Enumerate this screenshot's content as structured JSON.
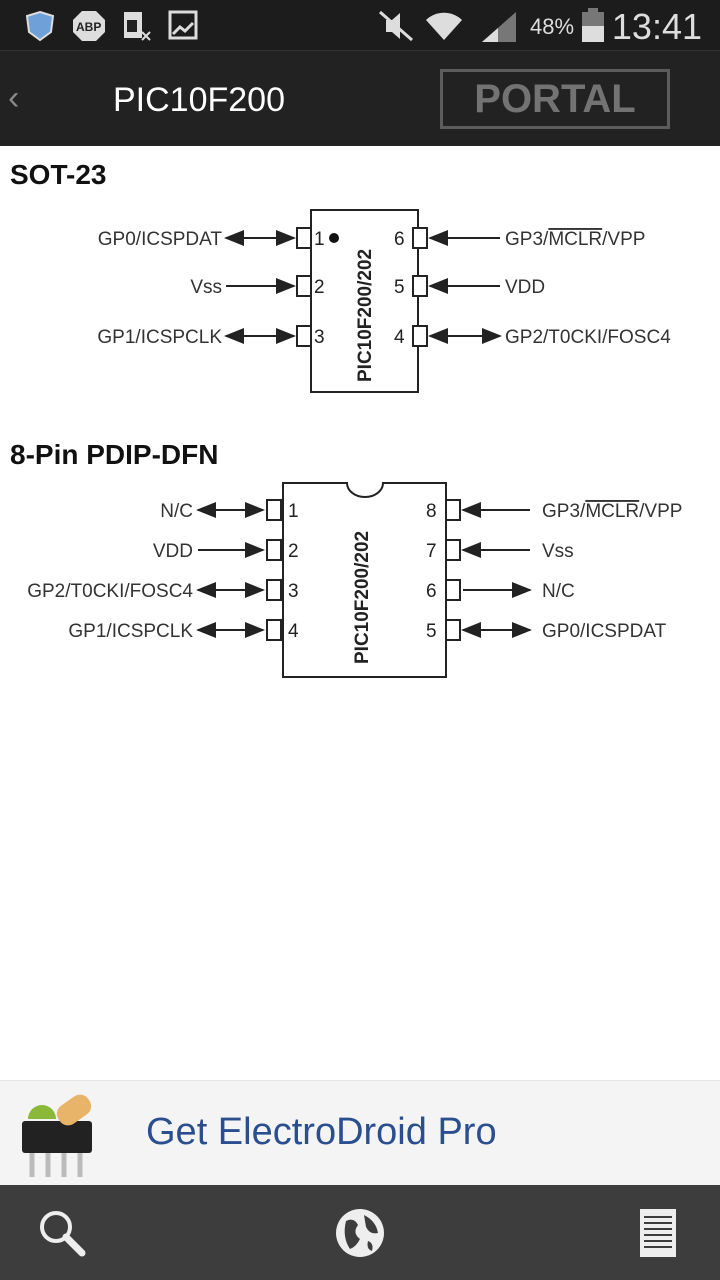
{
  "status_bar": {
    "battery": "48%",
    "time": "13:41",
    "icons": [
      "shield-icon",
      "adblock-icon",
      "sim-icon",
      "image-icon",
      "mute-icon",
      "wifi-icon",
      "signal-icon",
      "battery-icon"
    ],
    "abp": "ABP"
  },
  "action_bar": {
    "title": "PIC10F200",
    "watermark": "PORTAL"
  },
  "sot23": {
    "heading": "SOT-23",
    "chip_label": "PIC10F200/202",
    "left": [
      {
        "num": "1",
        "label": "GP0/ICSPDAT",
        "dir": "bi"
      },
      {
        "num": "2",
        "label": "Vss",
        "dir": "in"
      },
      {
        "num": "3",
        "label": "GP1/ICSPCLK",
        "dir": "bi"
      }
    ],
    "right": [
      {
        "num": "6",
        "label": "GP3/MCLR/VPP",
        "dir": "in"
      },
      {
        "num": "5",
        "label": "VDD",
        "dir": "in"
      },
      {
        "num": "4",
        "label": "GP2/T0CKI/FOSC4",
        "dir": "bi"
      }
    ]
  },
  "pdip": {
    "heading": "8-Pin PDIP-DFN",
    "chip_label": "PIC10F200/202",
    "left": [
      {
        "num": "1",
        "label": "N/C",
        "dir": "bi"
      },
      {
        "num": "2",
        "label": "VDD",
        "dir": "in"
      },
      {
        "num": "3",
        "label": "GP2/T0CKI/FOSC4",
        "dir": "bi"
      },
      {
        "num": "4",
        "label": "GP1/ICSPCLK",
        "dir": "bi"
      }
    ],
    "right": [
      {
        "num": "8",
        "label": "GP3/MCLR/VPP",
        "dir": "in"
      },
      {
        "num": "7",
        "label": "Vss",
        "dir": "in"
      },
      {
        "num": "6",
        "label": "N/C",
        "dir": "out"
      },
      {
        "num": "5",
        "label": "GP0/ICSPDAT",
        "dir": "bi"
      }
    ]
  },
  "ad": {
    "text": "Get ElectroDroid Pro"
  },
  "nav": {
    "items": [
      "search",
      "web",
      "list"
    ]
  }
}
